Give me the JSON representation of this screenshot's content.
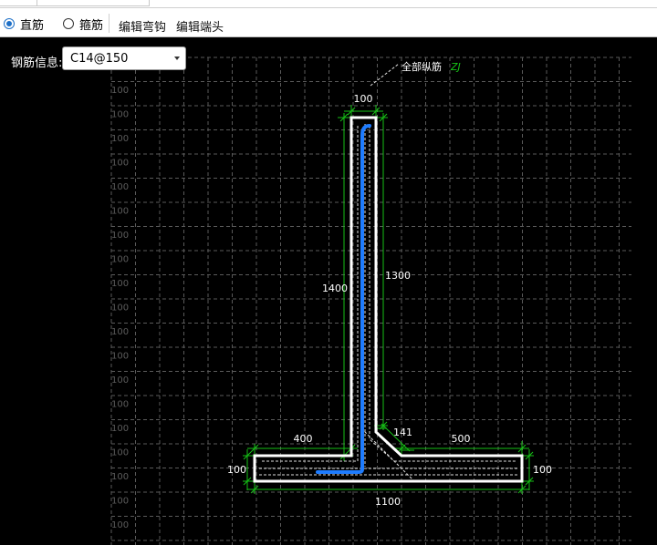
{
  "toolbar": {
    "radio_straight": "直筋",
    "radio_stirrup": "箍筋",
    "edit_hook": "编辑弯钩",
    "edit_end": "编辑端头",
    "selected": "直筋"
  },
  "rebar_info": {
    "label": "钢筋信息:",
    "value": "C14@150"
  },
  "drawing": {
    "grid_label": "100",
    "note_text": "全部纵筋",
    "note_code": "ZJ",
    "dimensions": {
      "top_width": "100",
      "left_height": "1400",
      "right_height": "1300",
      "left_arm": "400",
      "right_arm": "500",
      "chamfer": "141",
      "left_thickness": "100",
      "right_thickness": "100",
      "total_width": "1100"
    },
    "colors": {
      "dimension": "#16c116",
      "outline": "#ffffff",
      "rebar": "#1e7cff",
      "grid": "#5a5a5a"
    }
  }
}
